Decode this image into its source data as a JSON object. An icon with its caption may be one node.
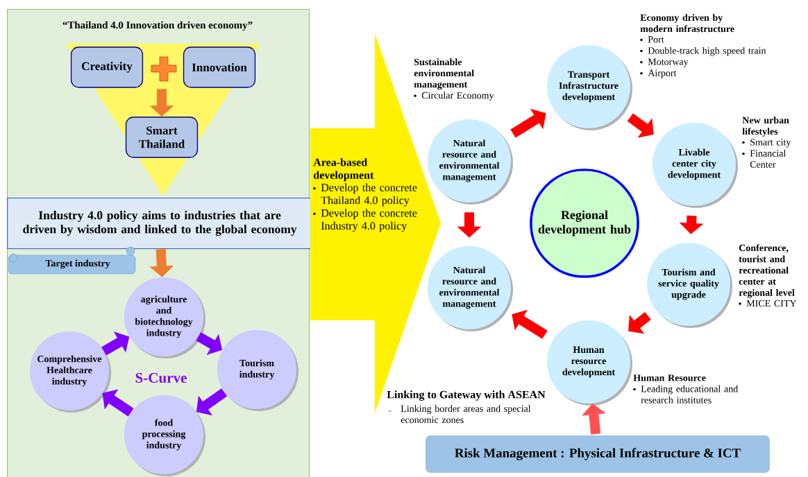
{
  "diagram": {
    "nodes": [
      {
        "text": [
          "“Thailand 4.0 Innovation driven economy”"
        ]
      },
      {
        "text": [
          "Creativity"
        ],
        "in": 0
      },
      {
        "text": [
          "Innovation"
        ],
        "in": 0
      },
      {
        "text": [
          "Smart Thailand"
        ],
        "in": 0
      },
      {
        "text": [
          "Industry 4.0 policy aims to industries that are driven by wisdom and linked to the global economy"
        ],
        "in": 0
      },
      {
        "text": [
          "Target industry"
        ],
        "in": 0
      },
      {
        "text": [
          "agriculture and biotechnology industry"
        ],
        "in": 0
      },
      {
        "text": [
          "Tourism industry"
        ],
        "in": 0
      },
      {
        "text": [
          "food processing industry"
        ],
        "in": 0
      },
      {
        "text": [
          "Comprehensive Healthcare industry"
        ],
        "in": 0
      },
      {
        "text": [
          "Area-based development",
          "Develop the concrete Thailand 4.0 policy",
          "Develop the concrete Industry 4.0 policy"
        ]
      },
      {
        "text": [
          "Natural resource and environmental management"
        ],
        "beside": [
          "Sustainable environmental management",
          "Circular Economy"
        ]
      },
      {
        "text": [
          "Transport Infrastructure development"
        ],
        "beside": [
          "Economy driven by modern infrastructure",
          "Port",
          "Double-track high speed train",
          "Motorway",
          "Airport"
        ]
      },
      {
        "text": [
          "Livable center city development"
        ],
        "beside": [
          "New urban lifestyles",
          "Smart city",
          "Financial Center"
        ]
      },
      {
        "text": [
          "Tourism and service quality upgrade"
        ],
        "beside": [
          "Conference, tourist and recreational center at regional level",
          "MICE CITY"
        ]
      },
      {
        "text": [
          "Human resource development"
        ],
        "beside": [
          "Human Resource",
          "Leading educational and research institutes"
        ]
      },
      {
        "text": [
          "Natural resource and environmental management"
        ]
      },
      {
        "text": [
          "Regional development hub"
        ]
      },
      {
        "text": [
          "Risk Management : Physical Infrastructure & ICT"
        ]
      }
    ],
    "edges": [
      {
        "from": null,
        "to": 3,
        "arrow": "to",
        "color": "#ed7d31"
      },
      {
        "from": 4,
        "to": 6,
        "arrow": "to",
        "color": "#ed7d31"
      },
      {
        "from": 6,
        "to": 7,
        "arrow": "to",
        "color": "#7f00ff"
      },
      {
        "from": 7,
        "to": 8,
        "arrow": "to",
        "color": "#7f00ff"
      },
      {
        "from": 8,
        "to": 9,
        "arrow": "to",
        "color": "#7f00ff"
      },
      {
        "from": 9,
        "to": 6,
        "arrow": "to",
        "color": "#7f00ff"
      },
      {
        "from": 11,
        "to": 12,
        "arrow": "to"
      },
      {
        "from": 12,
        "to": 13,
        "arrow": "to"
      },
      {
        "from": 13,
        "to": 14,
        "arrow": "to"
      },
      {
        "from": 14,
        "to": 15,
        "arrow": "to"
      },
      {
        "from": 15,
        "to": 16,
        "arrow": "to"
      },
      {
        "from": 11,
        "to": 16,
        "arrow": "to"
      },
      {
        "from": 18,
        "to": 15,
        "arrow": "to",
        "color": "#ff5050"
      }
    ],
    "labels": [
      "S-Curve",
      "Linking to Gateway with ASEAN",
      "Linking border areas and special economic zones"
    ]
  }
}
